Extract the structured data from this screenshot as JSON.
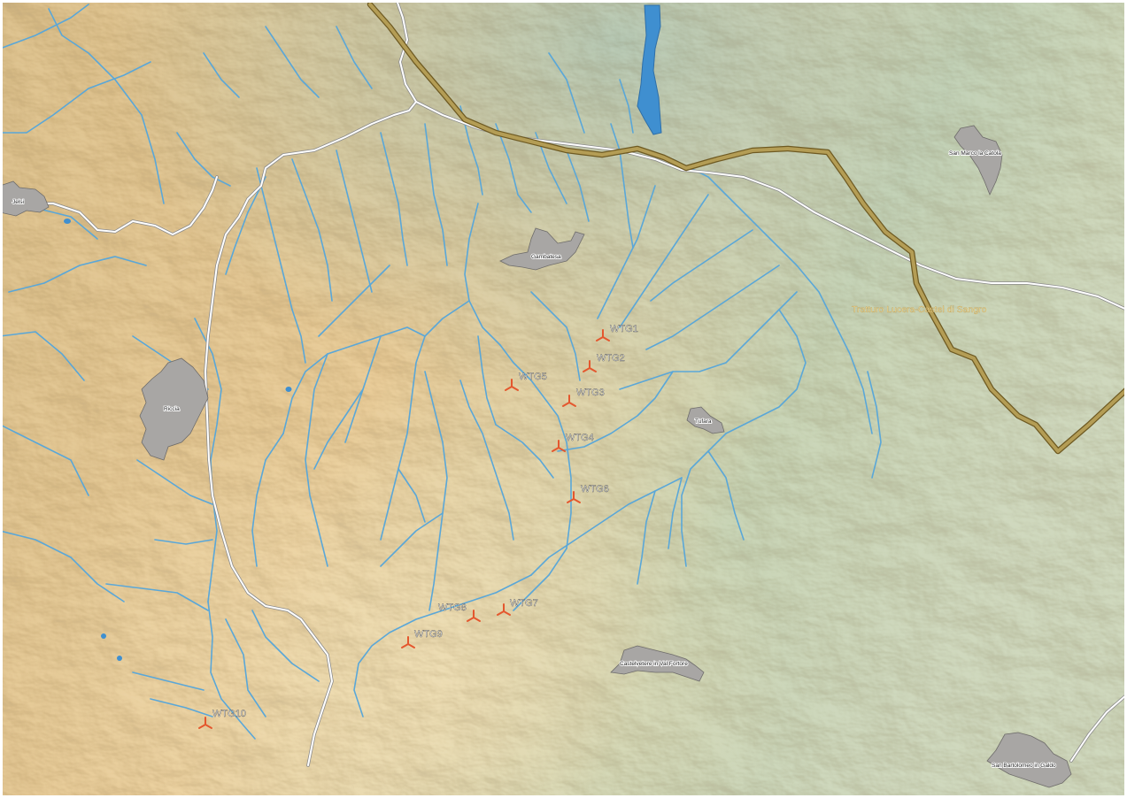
{
  "colors": {
    "terrain_warm": "#e3c48c",
    "terrain_light": "#eedcb0",
    "terrain_green": "#b7c9a6",
    "terrain_teal": "#a9c2b4",
    "river": "#5aa7d8",
    "lake": "#3f8fd0",
    "road": "#ffffff",
    "road_edge": "#8c8c8c",
    "tratturo": "#a8924a",
    "tratturo_edge": "#6e5a22",
    "town": "#a8a6a4",
    "town_edge": "#6e6c6a",
    "turbine": "#e4572e",
    "turbine_label": "#ffffff"
  },
  "towns": [
    {
      "id": "jelsi",
      "name": "Jelsi"
    },
    {
      "id": "riccia",
      "name": "Riccia"
    },
    {
      "id": "gambatesa",
      "name": "Gambatesa"
    },
    {
      "id": "tufara",
      "name": "Tufara"
    },
    {
      "id": "san-marco",
      "name": "San Marco la Catola"
    },
    {
      "id": "castelvetere",
      "name": "Castelvetere in Val Fortore"
    },
    {
      "id": "san-bartolomeo",
      "name": "San Bartolomeo in Galdo"
    }
  ],
  "tratturo": {
    "name": "Tratturo Lucera-Castel di Sangro"
  },
  "turbines": [
    {
      "id": "WTG1",
      "label": "WTG1"
    },
    {
      "id": "WTG2",
      "label": "WTG2"
    },
    {
      "id": "WTG3",
      "label": "WTG3"
    },
    {
      "id": "WTG4",
      "label": "WTG4"
    },
    {
      "id": "WTG5",
      "label": "WTG5"
    },
    {
      "id": "WTG6",
      "label": "WTG6"
    },
    {
      "id": "WTG7",
      "label": "WTG7"
    },
    {
      "id": "WTG8",
      "label": "WTG8"
    },
    {
      "id": "WTG9",
      "label": "WTG9"
    },
    {
      "id": "WTG10",
      "label": "WTG10"
    }
  ]
}
